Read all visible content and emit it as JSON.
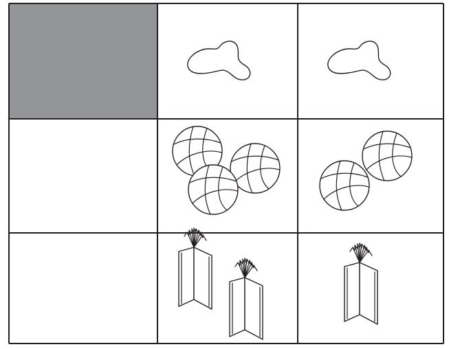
{
  "grid": {
    "rows": 3,
    "columns": 3,
    "header_cell_fill": "#939598",
    "line_color": "#231f20",
    "background": "#ffffff"
  },
  "cells": [
    {
      "row": 0,
      "col": 0,
      "content": "gray-fill"
    },
    {
      "row": 0,
      "col": 1,
      "content": "blob-outline",
      "count": 1
    },
    {
      "row": 0,
      "col": 2,
      "content": "blob-outline",
      "count": 1
    },
    {
      "row": 1,
      "col": 0,
      "content": "empty"
    },
    {
      "row": 1,
      "col": 1,
      "content": "ball-icon",
      "count": 3
    },
    {
      "row": 1,
      "col": 2,
      "content": "ball-icon",
      "count": 2
    },
    {
      "row": 2,
      "col": 0,
      "content": "empty"
    },
    {
      "row": 2,
      "col": 1,
      "content": "open-book-icon",
      "count": 2
    },
    {
      "row": 2,
      "col": 2,
      "content": "open-book-icon",
      "count": 1
    }
  ]
}
